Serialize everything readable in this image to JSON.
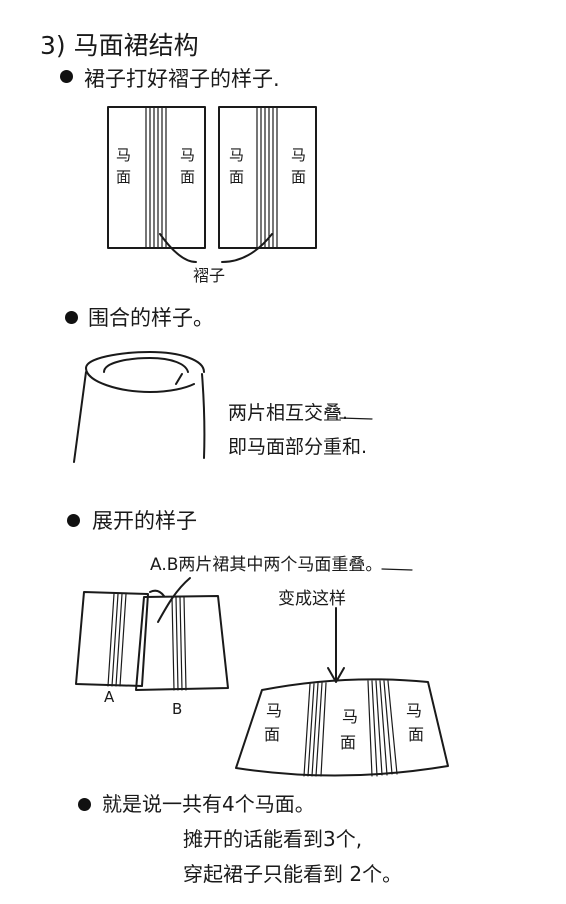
{
  "section_title": "3) 马面裙结构",
  "bullets": {
    "pleated": "裙子打好褶子的样子.",
    "wrapped": "围合的样子。",
    "unfolded": "展开的样子",
    "summary": "就是说一共有4个马面。"
  },
  "panel_labels": {
    "line1": "马",
    "line2": "面"
  },
  "pleat_label": "褶子",
  "wrap_notes": {
    "line1": "两片相互交叠.",
    "line2": "即马面部分重和."
  },
  "overlap_note": "A.B两片裙其中两个马面重叠。",
  "becomes_note": "变成这样",
  "piece_a": "A",
  "piece_b": "B",
  "summary_lines": {
    "line1": "摊开的话能看到3个,",
    "line2": "穿起裙子只能看到 2个。"
  }
}
